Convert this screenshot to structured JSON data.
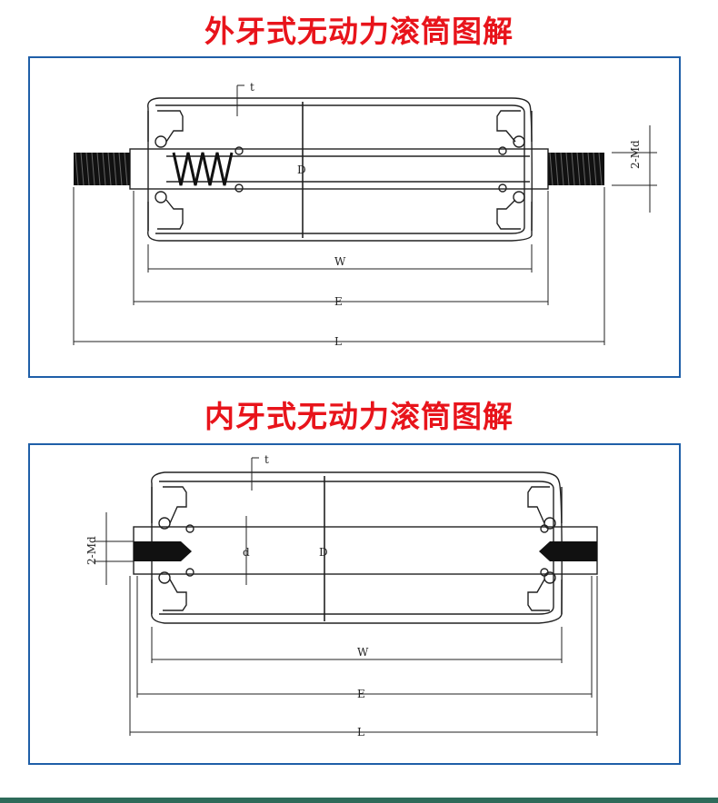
{
  "titles": {
    "external": "外牙式无动力滚筒图解",
    "internal": "内牙式无动力滚筒图解"
  },
  "labels": {
    "t": "t",
    "D": "D",
    "d": "d",
    "W": "W",
    "E": "E",
    "L": "L",
    "md": "2-Md"
  },
  "colors": {
    "title": "#e8141b",
    "frame": "#1f5fa8"
  }
}
